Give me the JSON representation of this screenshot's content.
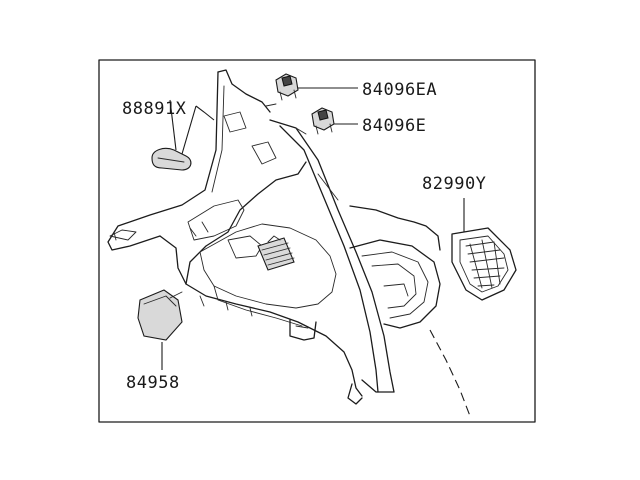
{
  "parts": [
    {
      "id": "clip-ea",
      "number": "84096EA"
    },
    {
      "id": "clip-e",
      "number": "84096E"
    },
    {
      "id": "cover",
      "number": "88891X"
    },
    {
      "id": "vent",
      "number": "82990Y"
    },
    {
      "id": "lid",
      "number": "84958"
    }
  ]
}
